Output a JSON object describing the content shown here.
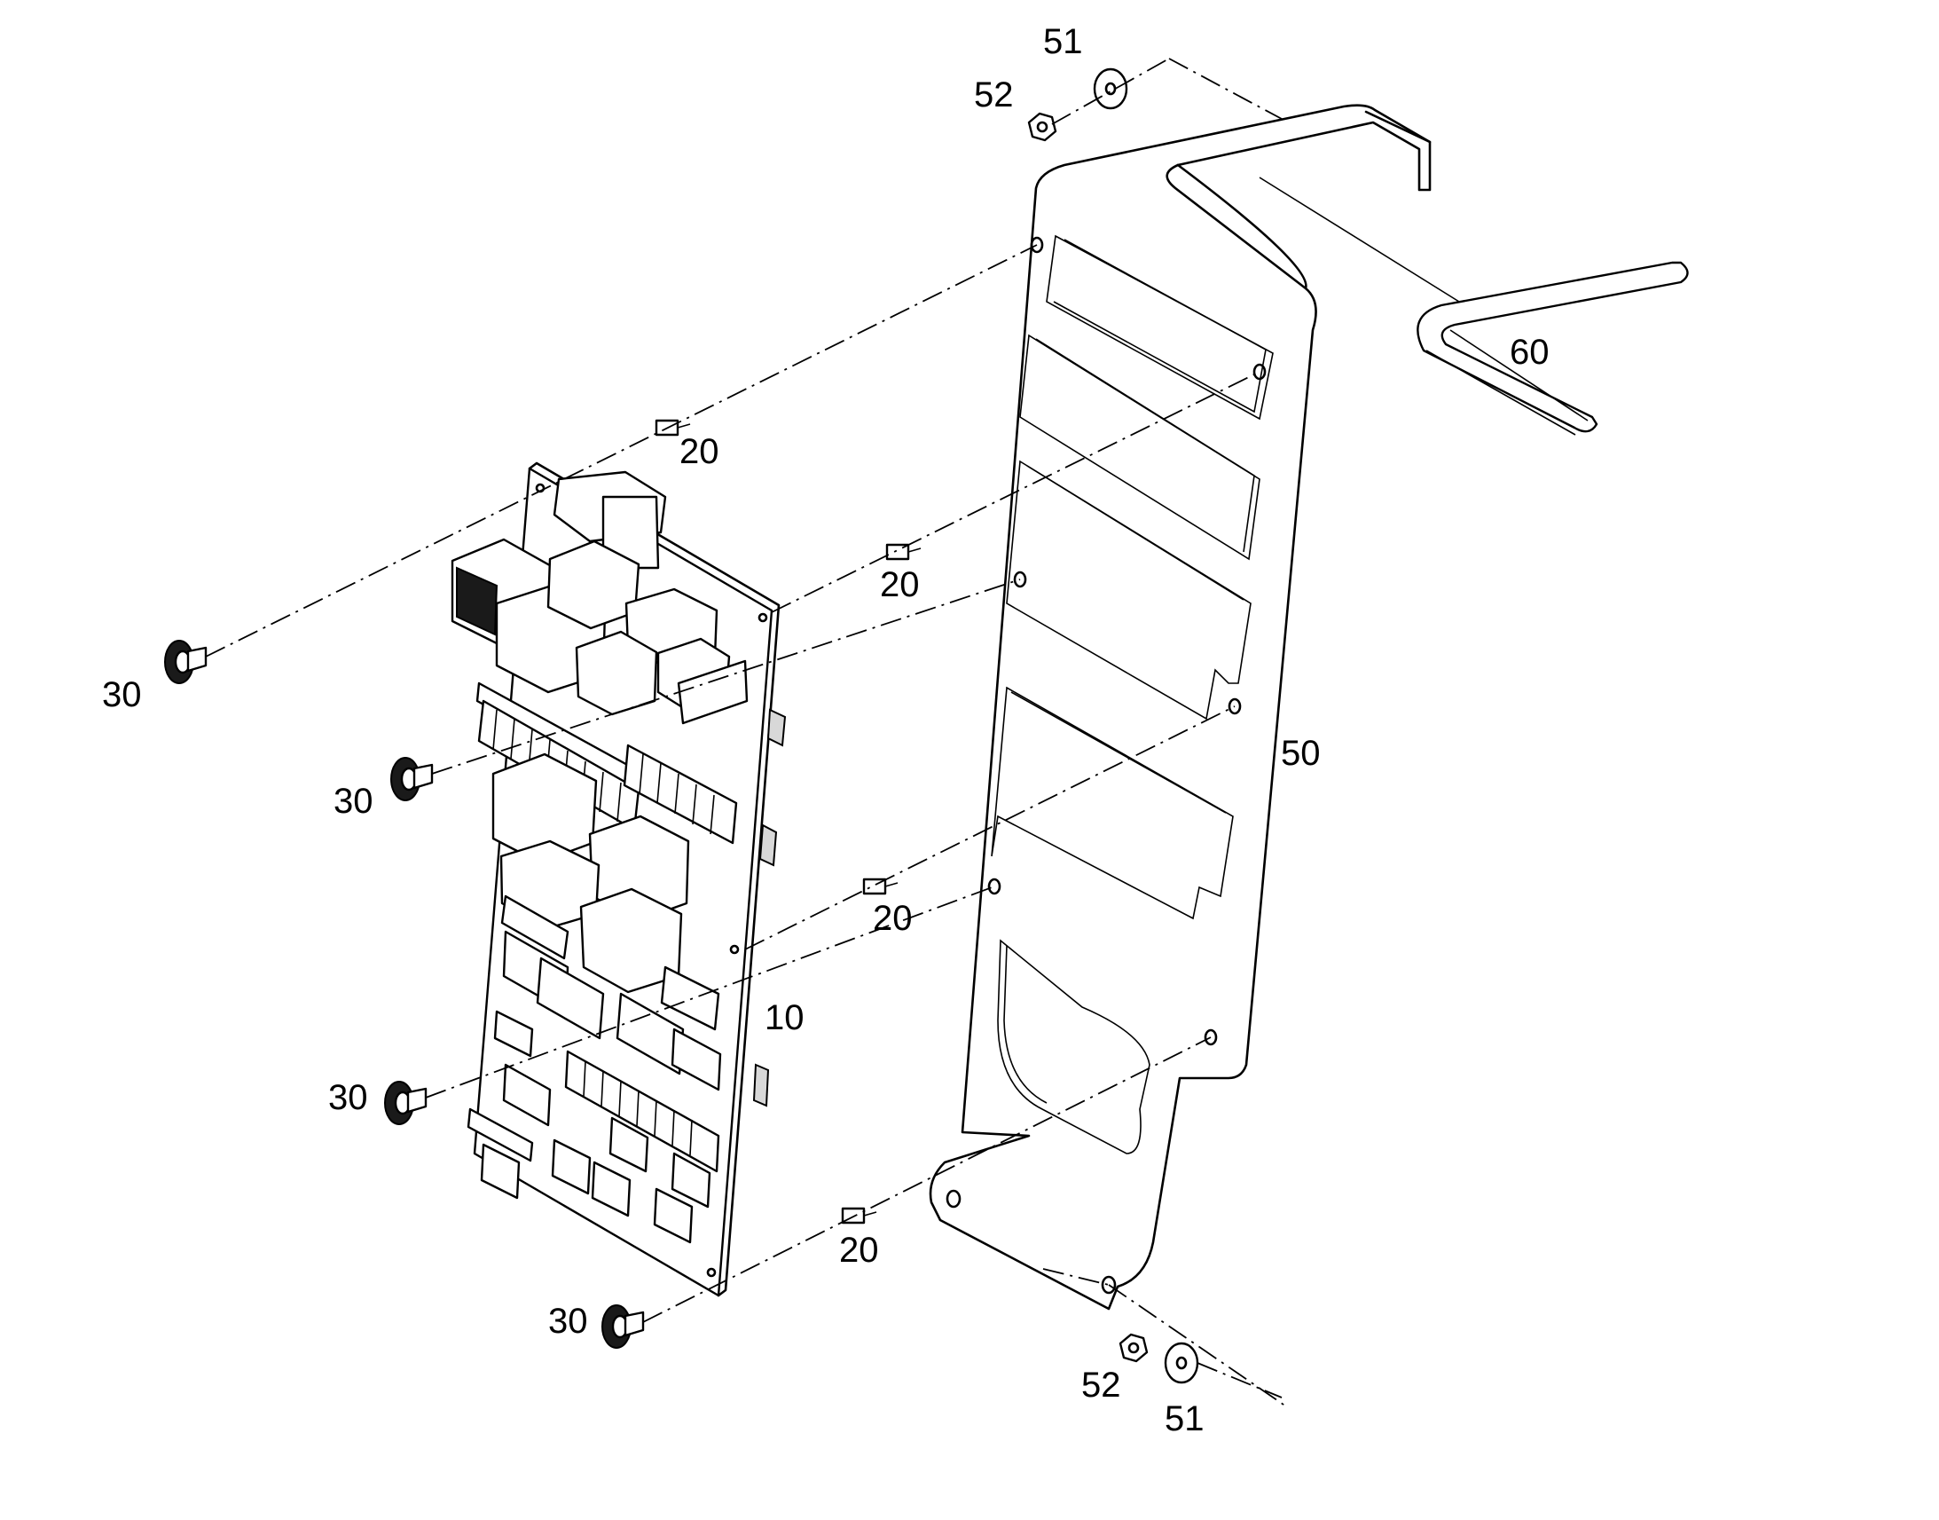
{
  "parts": [
    {
      "id": "p10",
      "label": "10",
      "icon": "circuit-board-icon"
    },
    {
      "id": "p20",
      "label": "20",
      "icon": "standoff-icon"
    },
    {
      "id": "p30",
      "label": "30",
      "icon": "screw-icon"
    },
    {
      "id": "p50",
      "label": "50",
      "icon": "bracket-plate-icon"
    },
    {
      "id": "p51",
      "label": "51",
      "icon": "washer-icon"
    },
    {
      "id": "p52",
      "label": "52",
      "icon": "nut-icon"
    },
    {
      "id": "p60",
      "label": "60",
      "icon": "edge-protector-icon"
    }
  ]
}
